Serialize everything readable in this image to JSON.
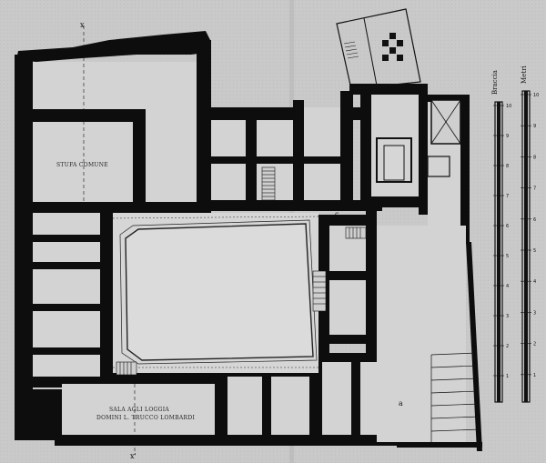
{
  "plan": {
    "labels": {
      "stufa": "STUFA COMUNE",
      "sala_line1": "SALA AGLI LOGGIA",
      "sala_line2": "DOMINI L. TRUCCO LOMBARDI"
    },
    "axis_markers": [
      "x",
      "x'"
    ],
    "marks": [
      "c",
      "c",
      "c",
      "a"
    ]
  },
  "scales": [
    {
      "title": "Braccia",
      "ticks": [
        "10",
        "9",
        "8",
        "7",
        "6",
        "5",
        "4",
        "3",
        "2",
        "1"
      ]
    },
    {
      "title": "Metri",
      "ticks": [
        "10",
        "9",
        "8",
        "7",
        "6",
        "5",
        "4",
        "3",
        "2",
        "1"
      ]
    }
  ],
  "colors": {
    "wall": "#0d0d0d",
    "paper": "#c9c9c9",
    "room": "#d3d3d3",
    "court": "#d8d8d8",
    "line": "#222222"
  }
}
